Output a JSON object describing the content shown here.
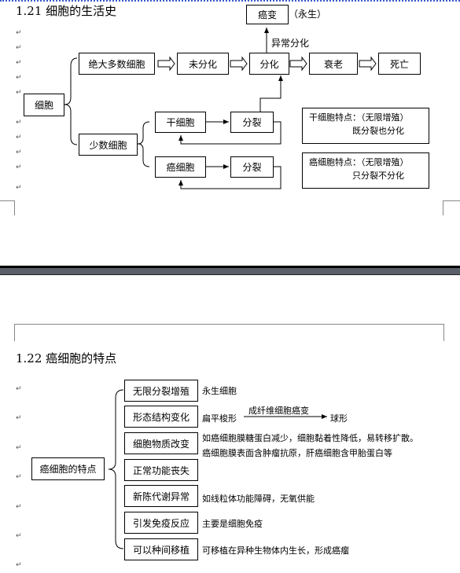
{
  "page1": {
    "section_title": "1.21 细胞的生活史",
    "paragraph_mark": "↵",
    "cell": "细胞",
    "majority_cells": "绝大多数细胞",
    "few_cells": "少数细胞",
    "undifferentiated": "未分化",
    "differentiate": "分化",
    "aging": "衰老",
    "death": "死亡",
    "cancer_change": "癌变",
    "immortal": "（永生）",
    "abnormal_diff": "异常分化",
    "stem_cell": "干细胞",
    "cancer_cell": "癌细胞",
    "division_1": "分裂",
    "division_2": "分裂",
    "stem_note_line1": "干细胞特点：（无限增殖）",
    "stem_note_line2": "既分裂也分化",
    "cancer_note_line1": "癌细胞特点：（无限增殖）",
    "cancer_note_line2": "只分裂不分化"
  },
  "page2": {
    "section_title": "1.22 癌细胞的特点",
    "root": "癌细胞的特点",
    "items": [
      {
        "label": "无限分裂增殖",
        "desc": "永生细胞"
      },
      {
        "label": "形态结构变化",
        "desc": "扁平梭形",
        "arrow_label": "成纤维细胞癌变",
        "target": "球形"
      },
      {
        "label": "细胞物质改变",
        "desc": "如癌细胞膜糖蛋白减少，细胞黏着性降低，易转移扩散。",
        "desc2": "癌细胞膜表面含肿瘤抗原，肝癌细胞含甲胎蛋白等"
      },
      {
        "label": "正常功能丧失",
        "desc": ""
      },
      {
        "label": "新陈代谢异常",
        "desc": "如线粒体功能障碍，无氧供能"
      },
      {
        "label": "引发免疫反应",
        "desc": "主要是细胞免疫"
      },
      {
        "label": "可以种间移植",
        "desc": "可移植在异种生物体内生长，形成癌瘤"
      }
    ]
  }
}
